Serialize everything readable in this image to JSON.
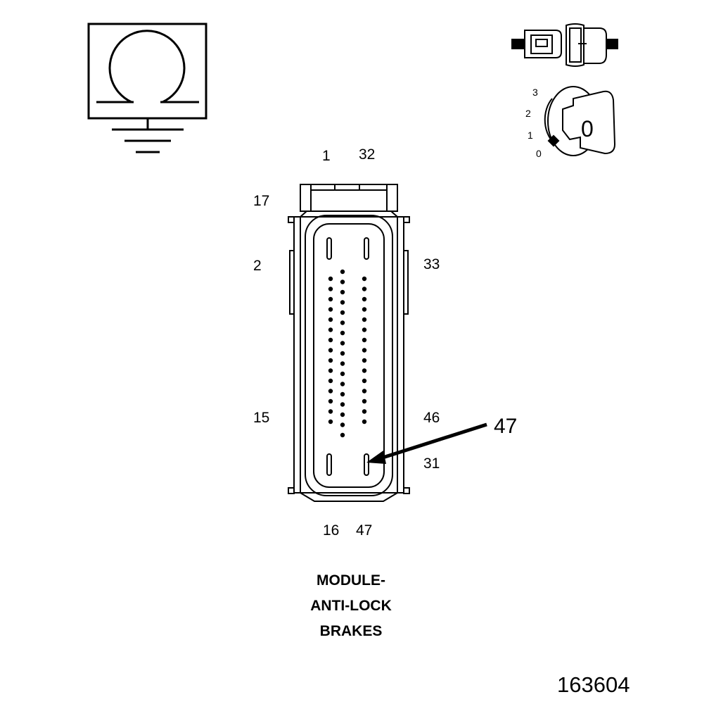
{
  "ohmmeter": {
    "symbol": "Ω"
  },
  "ignition": {
    "positions": [
      "3",
      "2",
      "1",
      "0"
    ],
    "key_label": "0"
  },
  "connector": {
    "pin_labels": {
      "top_left": "1",
      "top_right": "32",
      "upper_left": "17",
      "left_mid": "2",
      "right_mid": "33",
      "lower_left": "15",
      "lower_right": "46",
      "bottom_right_side": "31",
      "bottom_left": "16",
      "bottom_right": "47"
    },
    "callout": "47"
  },
  "title": {
    "line1": "MODULE-",
    "line2": "ANTI-LOCK",
    "line3": "BRAKES"
  },
  "figure_number": "163604"
}
